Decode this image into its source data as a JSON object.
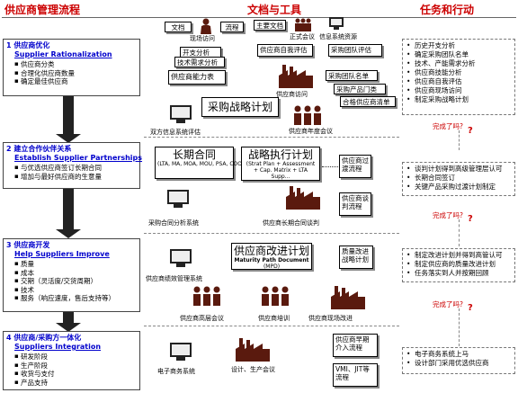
{
  "headers": {
    "process": "供应商管理流程",
    "docs": "文档与工具",
    "tasks": "任务和行动"
  },
  "top_tools": {
    "doc_label": "文档",
    "process_label": "流程",
    "main_doc_label": "主要文档",
    "site_visit": "现场访问",
    "formal_meeting": "正式会议",
    "info_resource": "信息系统资源"
  },
  "stages": [
    {
      "title": "1  供应商优化",
      "subtitle": "Supplier Rationalization",
      "items": [
        "供应商分类",
        "合理化供应商数量",
        "确定最佳供应商"
      ]
    },
    {
      "title": "2  建立合作伙伴关系",
      "subtitle": "Establish Supplier Partnerships",
      "items": [
        "与优选供应商签订长期合同",
        "增加与最好供应商的生意量"
      ]
    },
    {
      "title": "3  供应商开发",
      "subtitle": "Help Suppliers Improve",
      "items": [
        "质量",
        "成本",
        "交期（灵活度/交货周期）",
        "技术",
        "服务（响应速度，售后支持等）"
      ]
    },
    {
      "title": "4  供应商/采购方一体化",
      "subtitle": "Suppliers Integration",
      "items": [
        "研发阶段",
        "生产阶段",
        "收货与支付",
        "产品支持"
      ]
    }
  ],
  "stage1_docs": {
    "supplier_analysis": "开支分析",
    "tech_req_analysis": "技术需求分析",
    "supplier_capability": "供应商能力表",
    "self_eval": "供应商自我评估",
    "team_eval": "采购团队评估",
    "supplier_visit": "供应商访问",
    "team_list": "采购团队名单",
    "product_list": "采购产品门类",
    "qualified_list": "合格供应商清单",
    "strategy_plan": "采购战略计划",
    "dual_info_eval": "双方信息系统评估",
    "annual_meeting": "供应商年度会议"
  },
  "stage2_docs": {
    "long_contract": "长期合同",
    "contract_types": "(LTA, MA, MOA, MOU, PSA, COO, etc..)",
    "exec_plan": "战略执行计划",
    "exec_detail": "(Strat Plan + Assessment + Cap. Matrix + LTA Supp...",
    "tracking_flow": "供应商过渡流程",
    "review_flow": "供应商谈判流程",
    "contract_system": "采购合同分析系统",
    "long_contract_negotiation": "供应商长期合同谈判"
  },
  "stage3_docs": {
    "improve_plan": "供应商改进计划",
    "maturity": "Maturity Path Document",
    "maturity_sub": "(MPD)",
    "quality_plan": "质量改进战略计划",
    "perf_system": "供应商绩效管理系统",
    "senior_meeting": "供应商高层会议",
    "training": "供应商培训",
    "onsite_improve": "供应商现场改进"
  },
  "stage4_docs": {
    "early_involve": "供应商早期介入流程",
    "vmi_jit": "VMI、JIT等流程",
    "ecommerce": "电子商务系统",
    "design_meeting": "设计、生产会议"
  },
  "tasks": [
    {
      "items": [
        "历史开支分析",
        "确定采购团队名单",
        "技术、产能需求分析",
        "供应商技能分析",
        "供应商自我评估",
        "供应商现场访问",
        "制定采购战略计划"
      ],
      "done": "完成了吗?"
    },
    {
      "items": [
        "谈判计划得到高级管理层认可",
        "长期合同签订",
        "关键产品采购过渡计划制定"
      ],
      "done": "完成了吗?"
    },
    {
      "items": [
        "制定改进计划并得到高管认可",
        "制定供应商的质量改进计划",
        "任务落实到人并按期回顾"
      ],
      "done": "完成了吗?"
    },
    {
      "items": [
        "电子商务系统上马",
        "设计部门采用优选供应商"
      ],
      "done": ""
    }
  ],
  "qmark": "?",
  "colors": {
    "header": "#cc0000",
    "stage_title": "#0000cc",
    "factory": "#5a1a0e"
  }
}
